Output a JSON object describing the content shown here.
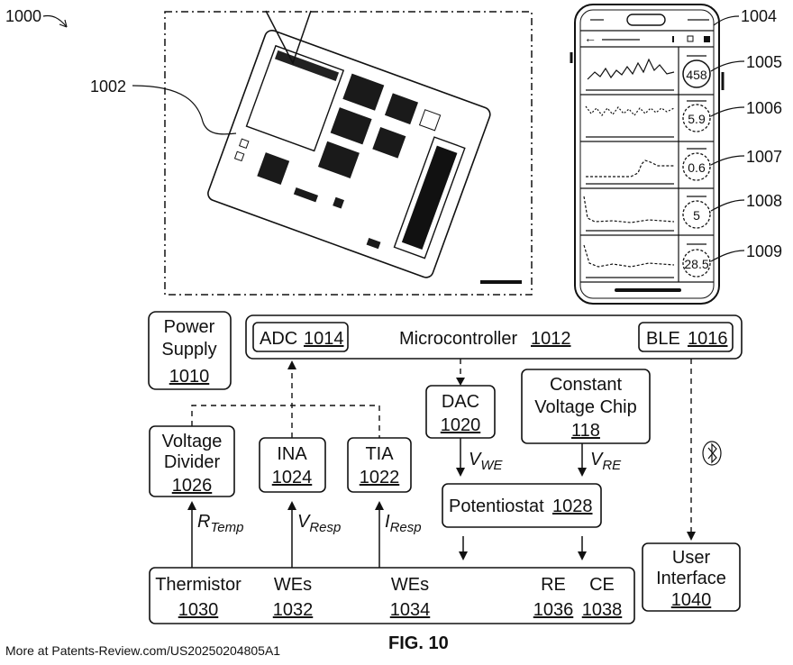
{
  "figure_ref": "1000",
  "device_ref": "1002",
  "phone": {
    "ref": "1004",
    "readings": [
      {
        "ref": "1005",
        "value": "458"
      },
      {
        "ref": "1006",
        "value": "5.9"
      },
      {
        "ref": "1007",
        "value": "0.6"
      },
      {
        "ref": "1008",
        "value": "5"
      },
      {
        "ref": "1009",
        "value": "28.5"
      }
    ]
  },
  "blocks": {
    "power_supply": {
      "line1": "Power",
      "line2": "Supply",
      "num": "1010"
    },
    "adc": {
      "label": "ADC",
      "num": "1014"
    },
    "microcontroller": {
      "label": "Microcontroller",
      "num": "1012"
    },
    "ble": {
      "label": "BLE",
      "num": "1016"
    },
    "dac": {
      "label": "DAC",
      "num": "1020"
    },
    "constant_voltage_chip": {
      "line1": "Constant",
      "line2": "Voltage Chip",
      "num": "118"
    },
    "voltage_divider": {
      "line1": "Voltage",
      "line2": "Divider",
      "num": "1026"
    },
    "ina": {
      "label": "INA",
      "num": "1024"
    },
    "tia": {
      "label": "TIA",
      "num": "1022"
    },
    "potentiostat": {
      "label": "Potentiostat",
      "num": "1028"
    },
    "user_interface": {
      "line1": "User",
      "line2": "Interface",
      "num": "1040"
    }
  },
  "electrodes": [
    {
      "label": "Thermistor",
      "num": "1030"
    },
    {
      "label": "WEs",
      "num": "1032"
    },
    {
      "label": "WEs",
      "num": "1034"
    },
    {
      "label": "RE",
      "num": "1036"
    },
    {
      "label": "CE",
      "num": "1038"
    }
  ],
  "signals": {
    "v_we": {
      "main": "V",
      "sub": "WE"
    },
    "v_re": {
      "main": "V",
      "sub": "RE"
    },
    "r_temp": {
      "main": "R",
      "sub": "Temp"
    },
    "v_resp": {
      "main": "V",
      "sub": "Resp"
    },
    "i_resp": {
      "main": "I",
      "sub": "Resp"
    }
  },
  "bluetooth_icon": "bluetooth-icon",
  "caption": "FIG. 10",
  "watermark": "More at Patents-Review.com/US20250204805A1"
}
